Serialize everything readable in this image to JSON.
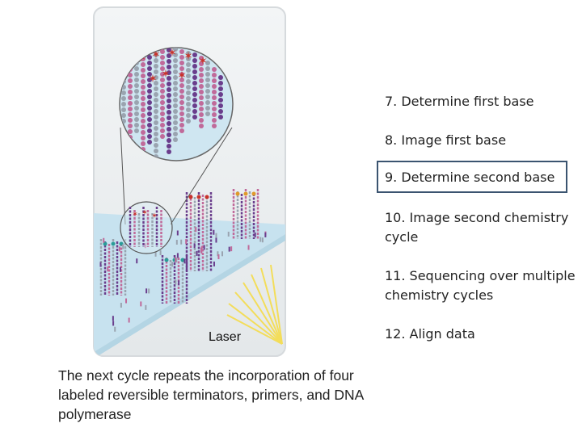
{
  "illustration": {
    "laser_label": "Laser",
    "colors": {
      "panel_bg": "#eef1f2",
      "flowcell": "#c7e2ef",
      "strand_purple": "#6a3d8c",
      "strand_pink": "#c06a9a",
      "strand_gray": "#9aa4b0",
      "fluor_red": "#c8322a",
      "fluor_orange": "#e09a2a",
      "fluor_teal": "#2a9c98",
      "laser_beam": "#f3dd5a"
    }
  },
  "steps": [
    {
      "label": "7. Determine first base"
    },
    {
      "label": "8. Image first base"
    },
    {
      "label": "9. Determine second base"
    },
    {
      "label": "10. Image second chemistry cycle"
    },
    {
      "label": "11. Sequencing over multiple chemistry cycles"
    },
    {
      "label": "12. Align data"
    }
  ],
  "caption": "The next cycle repeats the incorporation of four labeled reversible terminators, primers, and DNA polymerase"
}
